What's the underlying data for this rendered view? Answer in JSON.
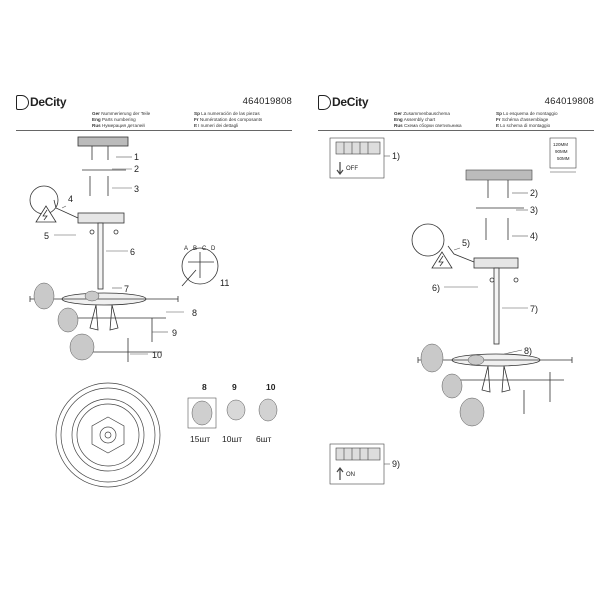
{
  "left_page": {
    "brand": "DeCity",
    "article": "464019808",
    "legend": [
      {
        "code": "Ger",
        "text": "Nummerierung der Teile"
      },
      {
        "code": "Sp",
        "text": "La numeración de las piezas"
      },
      {
        "code": "Eng",
        "text": "Parts numbering"
      },
      {
        "code": "Fr",
        "text": "Numérotation des composants"
      },
      {
        "code": "Rus",
        "text": "Нумерация деталей"
      },
      {
        "code": "It",
        "text": "I numeri dei dettagli"
      }
    ],
    "callouts": [
      "1",
      "2",
      "3",
      "4",
      "5",
      "6",
      "7",
      "8",
      "9",
      "10",
      "11"
    ],
    "detail_letters": [
      "A",
      "B",
      "C",
      "D"
    ],
    "parts": [
      {
        "num": "8",
        "qty": "15шт"
      },
      {
        "num": "9",
        "qty": "10шт"
      },
      {
        "num": "10",
        "qty": "6шт"
      }
    ]
  },
  "right_page": {
    "brand": "DeCity",
    "article": "464019808",
    "legend": [
      {
        "code": "Ger",
        "text": "Zusammenbauschema"
      },
      {
        "code": "Sp",
        "text": "Lo esquema de montaggio"
      },
      {
        "code": "Eng",
        "text": "Assembly chart"
      },
      {
        "code": "Fr",
        "text": "Schéma d'assemblage"
      },
      {
        "code": "Rus",
        "text": "Схема сборки светильника"
      },
      {
        "code": "It",
        "text": "Lo schema di montaggio"
      }
    ],
    "steps": [
      "1)",
      "2)",
      "3)",
      "4)",
      "5)",
      "6)",
      "7)",
      "8)",
      "9)"
    ],
    "switch_on": "ON",
    "switch_off": "OFF",
    "dimensions": [
      "120MM",
      "90MM",
      "50MM"
    ]
  }
}
